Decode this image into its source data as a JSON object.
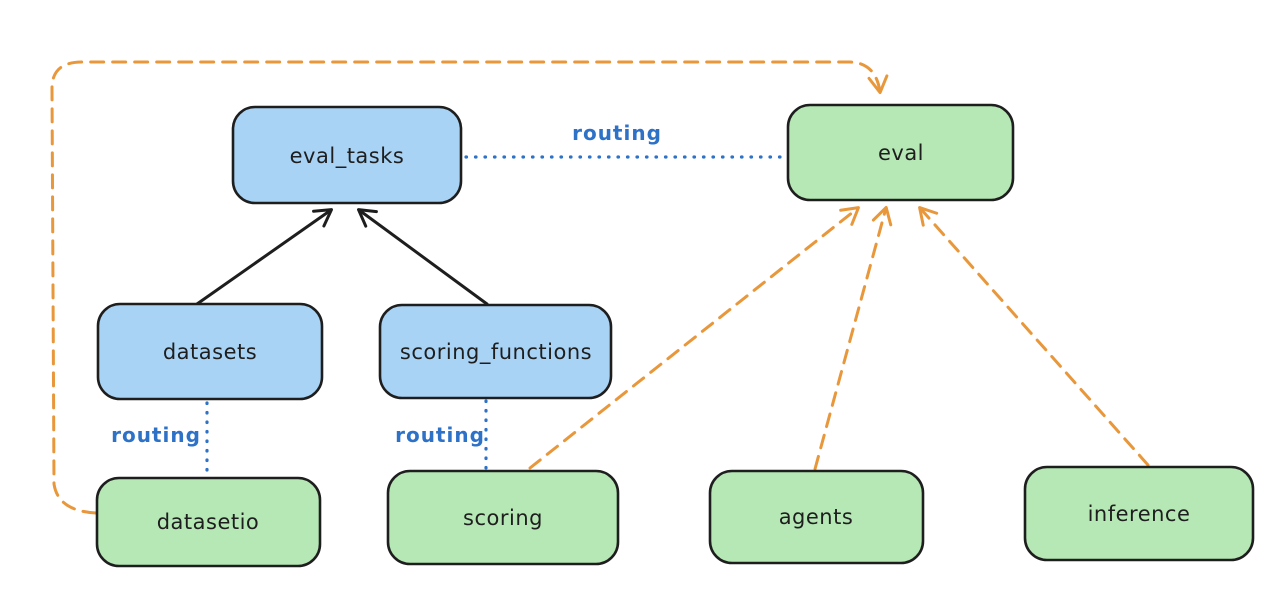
{
  "diagram": {
    "background": "#ffffff",
    "colors": {
      "node_blue_fill": "#a8d3f5",
      "node_green_fill": "#b6e8b5",
      "node_stroke": "#1e1e1e",
      "solid_arrow": "#1e1e1e",
      "routing_line_and_text": "#2e72c8",
      "provider_dashed_arrow": "#e8973b"
    },
    "nodes": {
      "eval_tasks": {
        "label": "eval_tasks",
        "color": "blue"
      },
      "eval": {
        "label": "eval",
        "color": "green"
      },
      "datasets": {
        "label": "datasets",
        "color": "blue"
      },
      "scoring_functions": {
        "label": "scoring_functions",
        "color": "blue"
      },
      "datasetio": {
        "label": "datasetio",
        "color": "green"
      },
      "scoring": {
        "label": "scoring",
        "color": "green"
      },
      "agents": {
        "label": "agents",
        "color": "green"
      },
      "inference": {
        "label": "inference",
        "color": "green"
      }
    },
    "routing_labels": {
      "eval_tasks_to_eval": "routing",
      "datasets_to_datasetio": "routing",
      "scoring_functions_to_scoring": "routing"
    },
    "edges": [
      {
        "from": "datasets",
        "to": "eval_tasks",
        "style": "solid-arrow",
        "color": "black"
      },
      {
        "from": "scoring_functions",
        "to": "eval_tasks",
        "style": "solid-arrow",
        "color": "black"
      },
      {
        "from": "eval_tasks",
        "to": "eval",
        "style": "dotted",
        "color": "blue",
        "label": "routing"
      },
      {
        "from": "datasets",
        "to": "datasetio",
        "style": "dotted",
        "color": "blue",
        "label": "routing"
      },
      {
        "from": "scoring_functions",
        "to": "scoring",
        "style": "dotted",
        "color": "blue",
        "label": "routing"
      },
      {
        "from": "datasetio",
        "to": "eval",
        "style": "dashed-arrow",
        "color": "orange"
      },
      {
        "from": "scoring",
        "to": "eval",
        "style": "dashed-arrow",
        "color": "orange"
      },
      {
        "from": "agents",
        "to": "eval",
        "style": "dashed-arrow",
        "color": "orange"
      },
      {
        "from": "inference",
        "to": "eval",
        "style": "dashed-arrow",
        "color": "orange"
      }
    ]
  }
}
